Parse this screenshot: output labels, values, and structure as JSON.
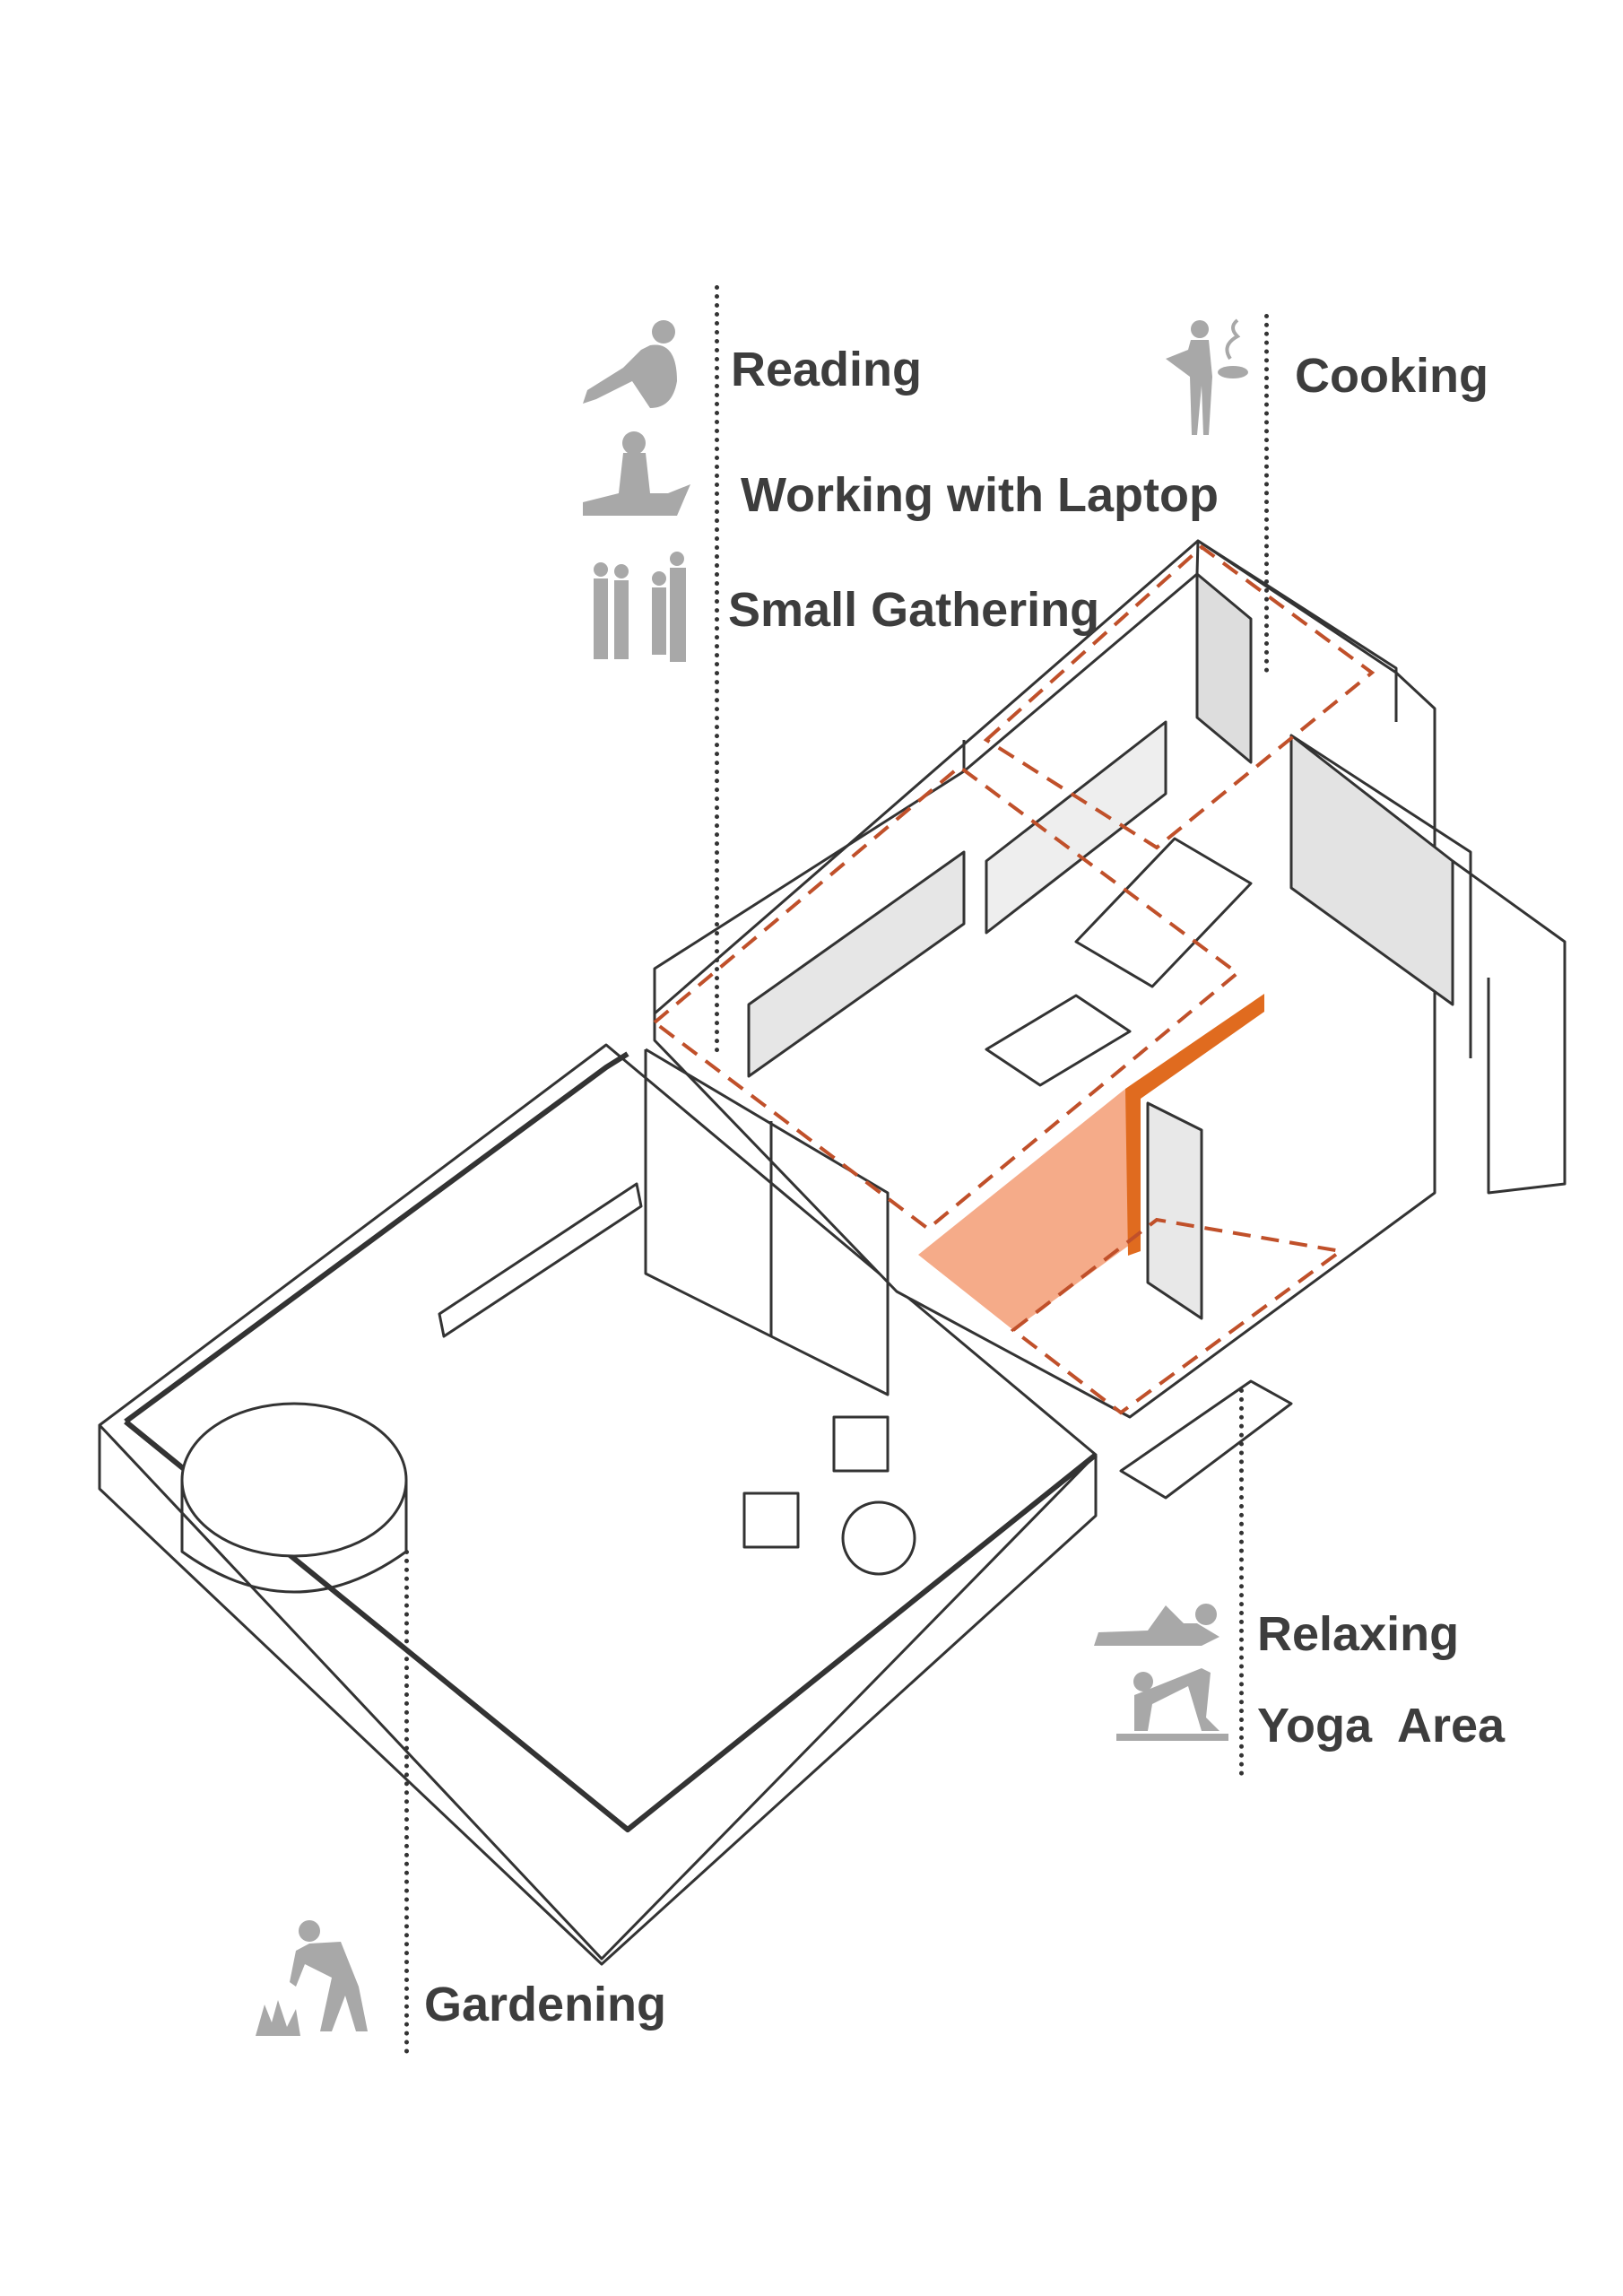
{
  "labels": {
    "reading": "Reading",
    "working_laptop": "Working with Laptop",
    "small_gathering": "Small Gathering",
    "cooking": "Cooking",
    "relaxing": "Relaxing",
    "yoga": "Yoga  Area",
    "gardening": "Gardening"
  },
  "colors": {
    "highlight": "#f4a27c",
    "accent": "#e06b1f",
    "dashed_zone": "#c0502a",
    "text": "#3d3d3d",
    "icon": "#a8a8a8"
  }
}
